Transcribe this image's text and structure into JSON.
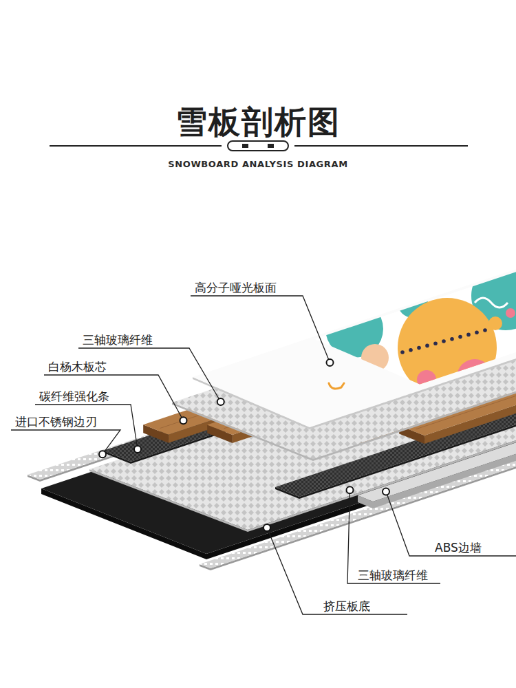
{
  "diagram": {
    "title": "雪板剖析图",
    "labels": [
      "SNOWBOARD ANALYSIS DIAGRAM",
      "高分子哑光板面",
      "三轴玻璃纤维",
      "白杨木板芯",
      "碳纤维强化条",
      "进口不锈钢边刃",
      "ABS边墙",
      "三轴玻璃纤维",
      "挤压板底"
    ]
  }
}
